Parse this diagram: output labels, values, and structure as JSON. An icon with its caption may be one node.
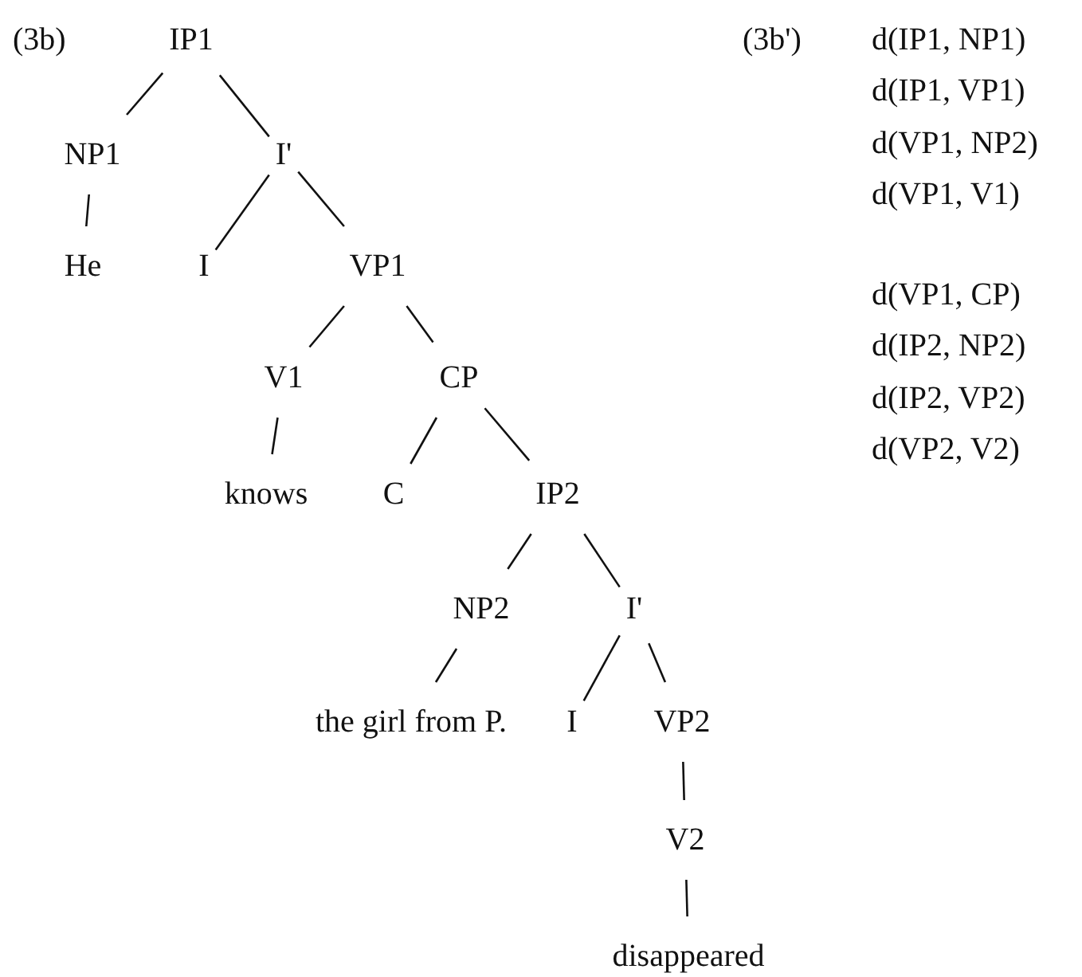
{
  "diagram": {
    "nodes": [
      {
        "text": [
          "IP1"
        ]
      },
      {
        "text": [
          "NP1"
        ]
      },
      {
        "text": [
          "I'"
        ]
      },
      {
        "text": [
          "He"
        ]
      },
      {
        "text": [
          "I"
        ]
      },
      {
        "text": [
          "VP1"
        ]
      },
      {
        "text": [
          "V1"
        ]
      },
      {
        "text": [
          "CP"
        ]
      },
      {
        "text": [
          "knows"
        ]
      },
      {
        "text": [
          "C"
        ]
      },
      {
        "text": [
          "IP2"
        ]
      },
      {
        "text": [
          "NP2"
        ]
      },
      {
        "text": [
          "I'"
        ]
      },
      {
        "text": [
          "the girl from P."
        ]
      },
      {
        "text": [
          "I"
        ]
      },
      {
        "text": [
          "VP2"
        ]
      },
      {
        "text": [
          "V2"
        ]
      },
      {
        "text": [
          "disappeared"
        ]
      }
    ],
    "edges": [
      {
        "from": 0,
        "to": 1,
        "arrow": "none"
      },
      {
        "from": 0,
        "to": 2,
        "arrow": "none"
      },
      {
        "from": 1,
        "to": 3,
        "arrow": "none"
      },
      {
        "from": 2,
        "to": 4,
        "arrow": "none"
      },
      {
        "from": 2,
        "to": 5,
        "arrow": "none"
      },
      {
        "from": 5,
        "to": 6,
        "arrow": "none"
      },
      {
        "from": 5,
        "to": 7,
        "arrow": "none"
      },
      {
        "from": 6,
        "to": 8,
        "arrow": "none"
      },
      {
        "from": 7,
        "to": 9,
        "arrow": "none"
      },
      {
        "from": 7,
        "to": 10,
        "arrow": "none"
      },
      {
        "from": 10,
        "to": 11,
        "arrow": "none"
      },
      {
        "from": 10,
        "to": 12,
        "arrow": "none"
      },
      {
        "from": 11,
        "to": 13,
        "arrow": "none"
      },
      {
        "from": 12,
        "to": 14,
        "arrow": "none"
      },
      {
        "from": 12,
        "to": 15,
        "arrow": "none"
      },
      {
        "from": 15,
        "to": 16,
        "arrow": "none"
      },
      {
        "from": 16,
        "to": 17,
        "arrow": "none"
      }
    ],
    "labels": [
      "(3b)",
      "(3b')",
      "d(IP1, NP1)",
      "d(IP1, VP1)",
      "d(VP1, NP2)",
      "d(VP1, V1)",
      "d(VP1, CP)",
      "d(IP2, NP2)",
      "d(IP2, VP2)",
      "d(VP2, V2)"
    ]
  }
}
